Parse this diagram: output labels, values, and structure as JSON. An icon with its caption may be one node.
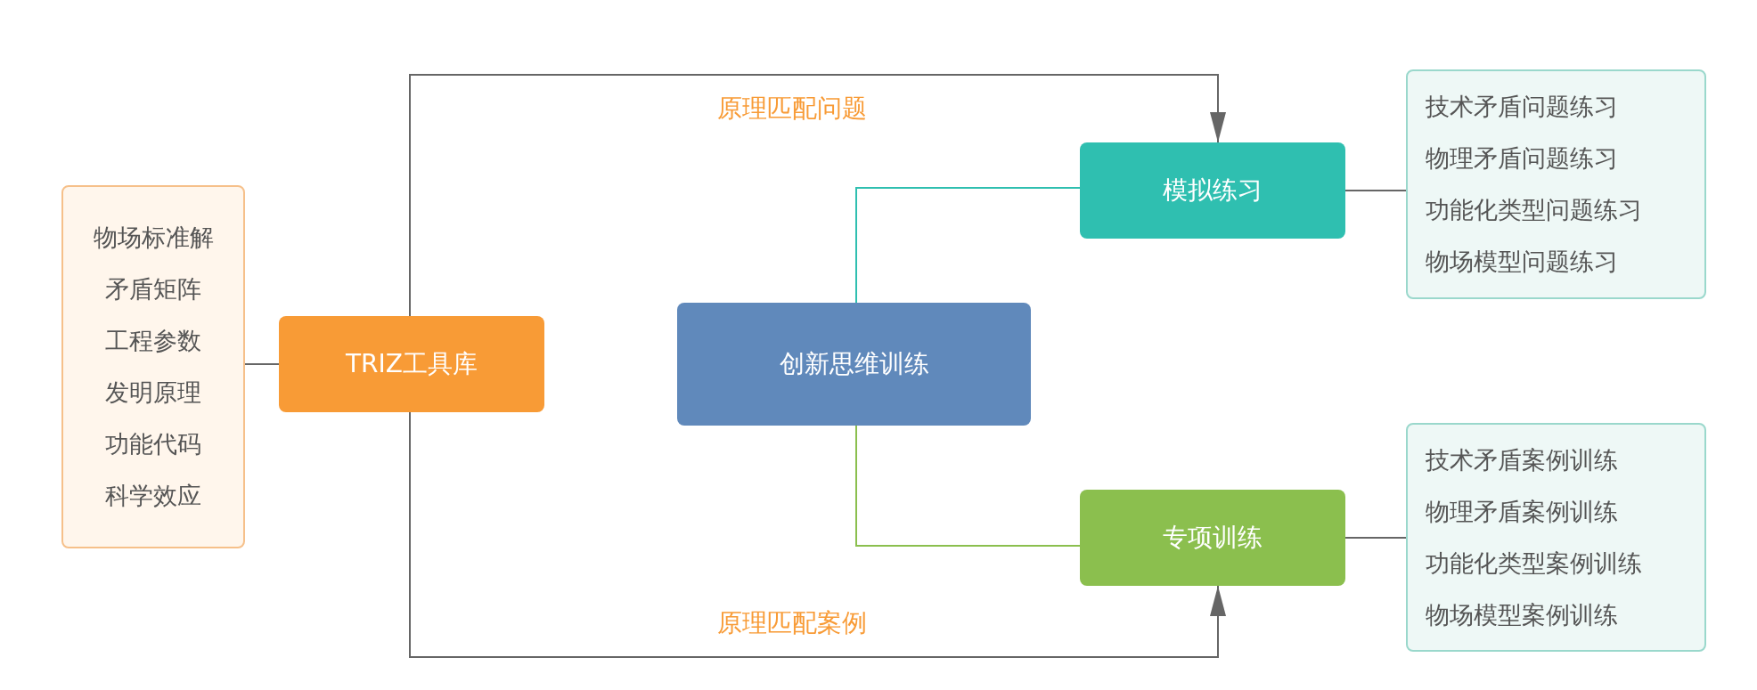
{
  "diagram": {
    "nodes": [
      {
        "text": [
          "物场标准解",
          "矛盾矩阵",
          "工程参数",
          "发明原理",
          "功能代码",
          "科学效应"
        ]
      },
      {
        "text": [
          "TRIZ工具库"
        ]
      },
      {
        "text": [
          "创新思维训练"
        ]
      },
      {
        "text": [
          "模拟练习"
        ]
      },
      {
        "text": [
          "技术矛盾问题练习",
          "物理矛盾问题练习",
          "功能化类型问题练习",
          "物场模型问题练习"
        ]
      },
      {
        "text": [
          "专项训练"
        ]
      },
      {
        "text": [
          "技术矛盾案例训练",
          "物理矛盾案例训练",
          "功能化类型案例训练",
          "物场模型案例训练"
        ]
      }
    ],
    "edges": [
      {
        "from": 0,
        "to": 1,
        "arrow": "none"
      },
      {
        "from": 1,
        "to": 3,
        "arrow": "to",
        "label": "原理匹配问题"
      },
      {
        "from": 1,
        "to": 5,
        "arrow": "to",
        "label": "原理匹配案例"
      },
      {
        "from": 2,
        "to": 3,
        "arrow": "none",
        "color": "#2fbfb0"
      },
      {
        "from": 2,
        "to": 5,
        "arrow": "none",
        "color": "#8bbf4e"
      },
      {
        "from": 3,
        "to": 4,
        "arrow": "none"
      },
      {
        "from": 5,
        "to": 6,
        "arrow": "none"
      }
    ]
  }
}
